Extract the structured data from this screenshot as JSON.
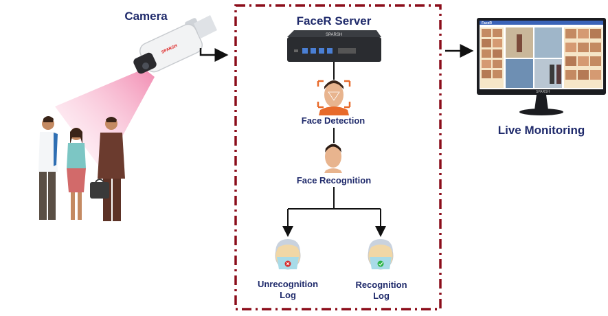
{
  "camera": {
    "label": "Camera",
    "brand": "SPARSH"
  },
  "server": {
    "label": "FaceR Server",
    "brand": "SPARSH"
  },
  "steps": {
    "detection": "Face Detection",
    "recognition": "Face Recognition"
  },
  "logs": {
    "unrecognition": {
      "line1": "Unrecognition",
      "line2": "Log"
    },
    "recognition": {
      "line1": "Recognition",
      "line2": "Log"
    }
  },
  "monitor": {
    "label": "Live Monitoring",
    "app_name": "FaceR",
    "brand": "SPARSH"
  },
  "colors": {
    "label_text": "#1f2a6b",
    "dashed_border": "#8b0d1a",
    "camera_beam": "#f7b6cf",
    "reject_mark": "#d62b2b",
    "accept_mark": "#2db34a"
  }
}
